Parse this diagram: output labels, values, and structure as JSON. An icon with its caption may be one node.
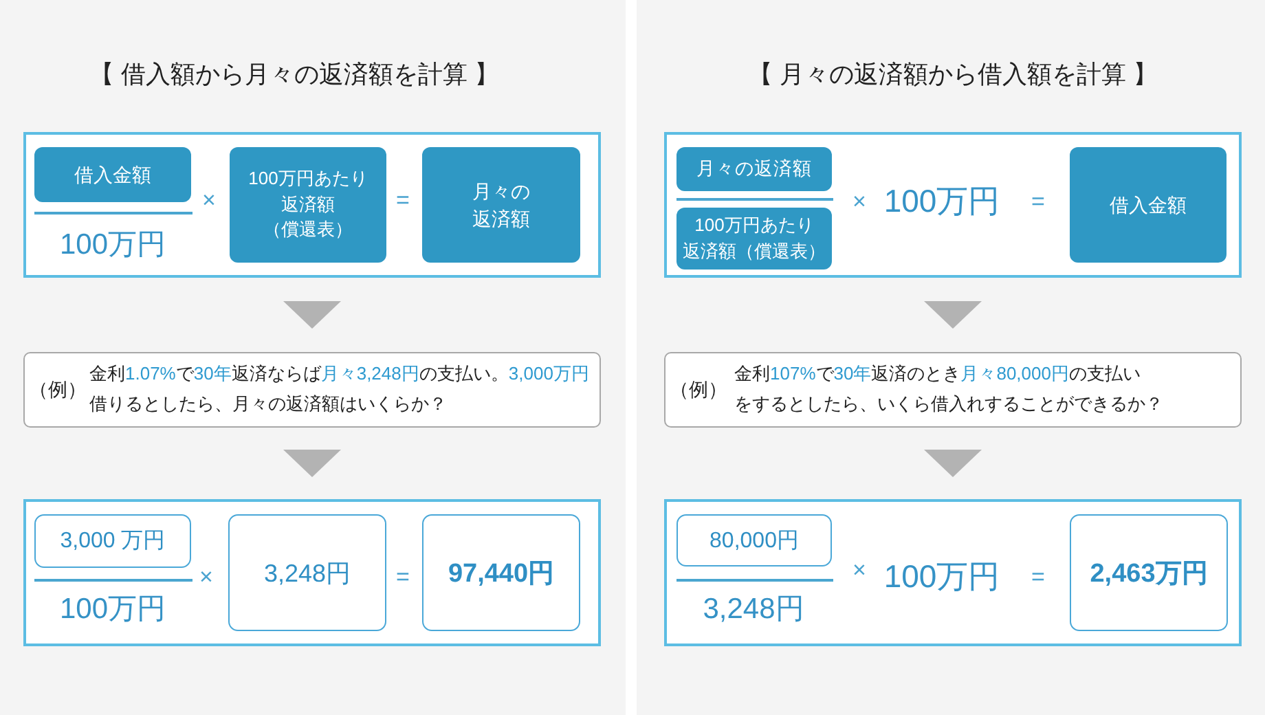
{
  "diagram": {
    "nodes": [
      {
        "text": [
          "【 借入額から月々の返済額を計算 】"
        ]
      },
      {
        "text": [
          "100万円",
          "×",
          "="
        ],
        "in": 0
      },
      {
        "text": [
          "借入金額"
        ],
        "in": 1
      },
      {
        "text": [
          "100万円あたり返済額（償還表）"
        ],
        "in": 1
      },
      {
        "text": [
          "月々の返済額"
        ],
        "in": 1
      },
      {
        "text": [
          "（例）",
          "金利**1.07%**で**30年**返済ならば**月々3,248円**の支払い。**3,000万円**借りるとしたら、月々の返済額はいくらか？"
        ],
        "in": 0
      },
      {
        "text": [
          "100万円",
          "×",
          "="
        ],
        "in": 0
      },
      {
        "text": [
          "3,000 万円"
        ],
        "in": 6
      },
      {
        "text": [
          "3,248円"
        ],
        "in": 6
      },
      {
        "text": [
          "97,440円"
        ],
        "in": 6
      },
      {
        "text": [
          "【 月々の返済額から借入額を計算 】"
        ]
      },
      {
        "text": [
          "×",
          "100万円",
          "="
        ],
        "in": 10
      },
      {
        "text": [
          "月々の返済額"
        ],
        "in": 11
      },
      {
        "text": [
          "100万円あたり返済額（償還表）"
        ],
        "in": 11
      },
      {
        "text": [
          "借入金額"
        ],
        "in": 11
      },
      {
        "text": [
          "（例）",
          "金利**107%**で**30年**返済のとき**月々80,000円**の支払いをするとしたら、いくら借入れすることができるか？"
        ],
        "in": 10
      },
      {
        "text": [
          "3,248円",
          "×",
          "100万円",
          "="
        ],
        "in": 10
      },
      {
        "text": [
          "80,000円"
        ],
        "in": 16
      },
      {
        "text": [
          "2,463万円"
        ],
        "in": 16
      }
    ],
    "edges": [
      {
        "from": 1,
        "to": 5,
        "arrow": "to"
      },
      {
        "from": 5,
        "to": 6,
        "arrow": "to"
      },
      {
        "from": 11,
        "to": 15,
        "arrow": "to"
      },
      {
        "from": 15,
        "to": 16,
        "arrow": "to"
      }
    ]
  }
}
